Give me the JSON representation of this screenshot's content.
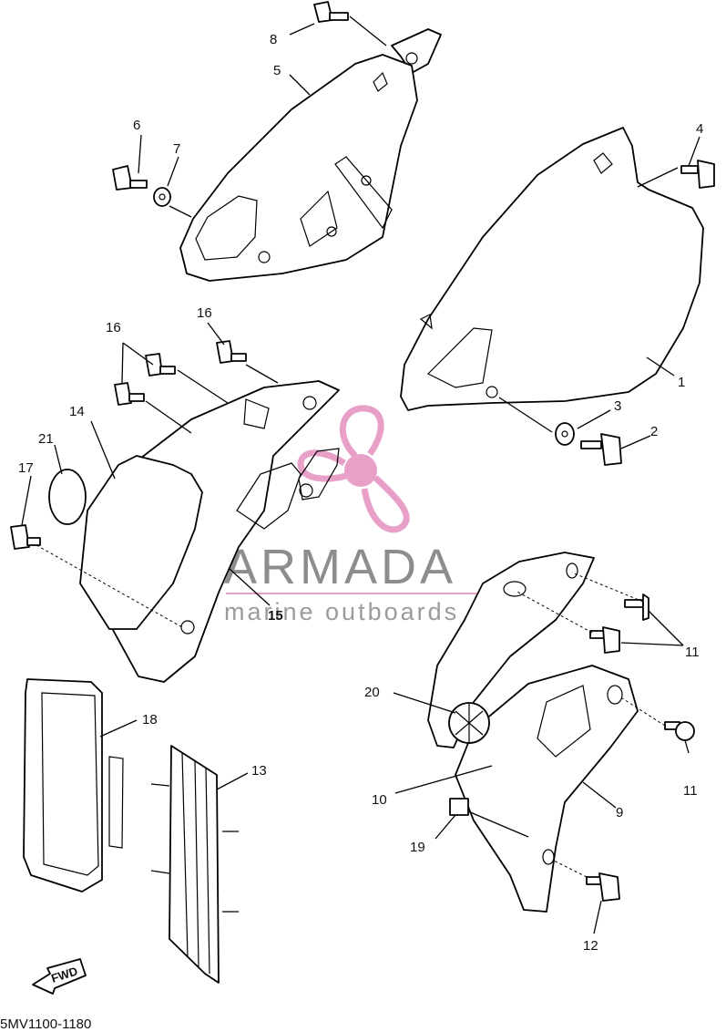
{
  "diagram": {
    "code": "5MV1100-1180",
    "fwd_label": "FWD",
    "watermark": {
      "brand": "ARMADA",
      "tagline": "marine outboards",
      "accent_color": "#e8a0c8"
    },
    "callouts": [
      {
        "id": "c1",
        "label": "1"
      },
      {
        "id": "c2",
        "label": "2"
      },
      {
        "id": "c3",
        "label": "3"
      },
      {
        "id": "c4",
        "label": "4"
      },
      {
        "id": "c5",
        "label": "5"
      },
      {
        "id": "c6",
        "label": "6"
      },
      {
        "id": "c7",
        "label": "7"
      },
      {
        "id": "c8",
        "label": "8"
      },
      {
        "id": "c9",
        "label": "9"
      },
      {
        "id": "c10",
        "label": "10"
      },
      {
        "id": "c11a",
        "label": "11"
      },
      {
        "id": "c11b",
        "label": "11"
      },
      {
        "id": "c12",
        "label": "12"
      },
      {
        "id": "c13",
        "label": "13"
      },
      {
        "id": "c14",
        "label": "14"
      },
      {
        "id": "c15",
        "label": "15"
      },
      {
        "id": "c16a",
        "label": "16"
      },
      {
        "id": "c16b",
        "label": "16"
      },
      {
        "id": "c17",
        "label": "17"
      },
      {
        "id": "c18",
        "label": "18"
      },
      {
        "id": "c19",
        "label": "19"
      },
      {
        "id": "c20",
        "label": "20"
      },
      {
        "id": "c21",
        "label": "21"
      }
    ]
  }
}
